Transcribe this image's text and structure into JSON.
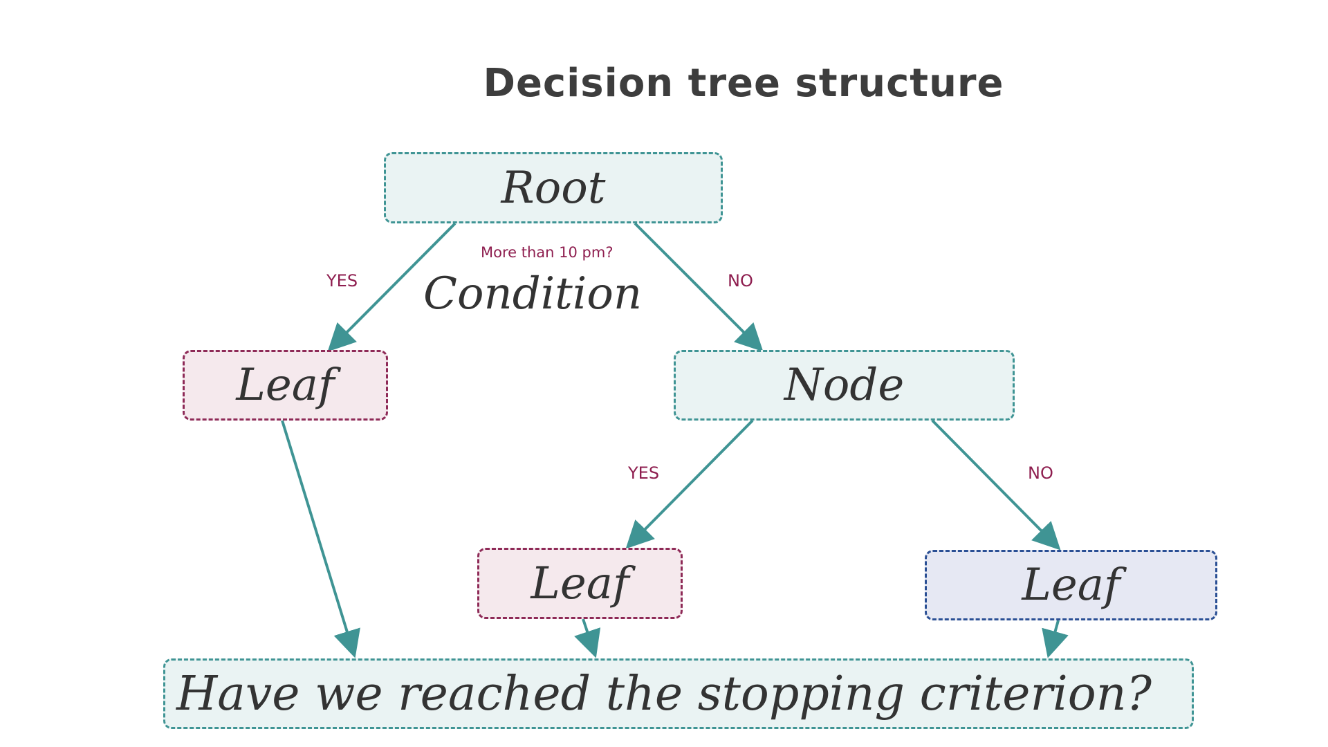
{
  "title": "Decision tree structure",
  "colors": {
    "arrow": "#3f9494",
    "branch_label": "#8e1e4f",
    "teal_border": "#3f9494",
    "teal_fill": "#eaf3f3",
    "maroon_border": "#8e2a57",
    "maroon_fill": "#f5e9ed",
    "blue_border": "#2a4f94",
    "blue_fill": "#e6e8f3"
  },
  "nodes": {
    "root": "Root",
    "leaf_left": "Leaf",
    "node": "Node",
    "leaf_middle": "Leaf",
    "leaf_right": "Leaf",
    "stopping": "Have we reached the stopping criterion?"
  },
  "condition": {
    "question": "More than 10 pm?",
    "label": "Condition"
  },
  "branches": {
    "root_yes": "YES",
    "root_no": "NO",
    "node_yes": "YES",
    "node_no": "NO"
  }
}
